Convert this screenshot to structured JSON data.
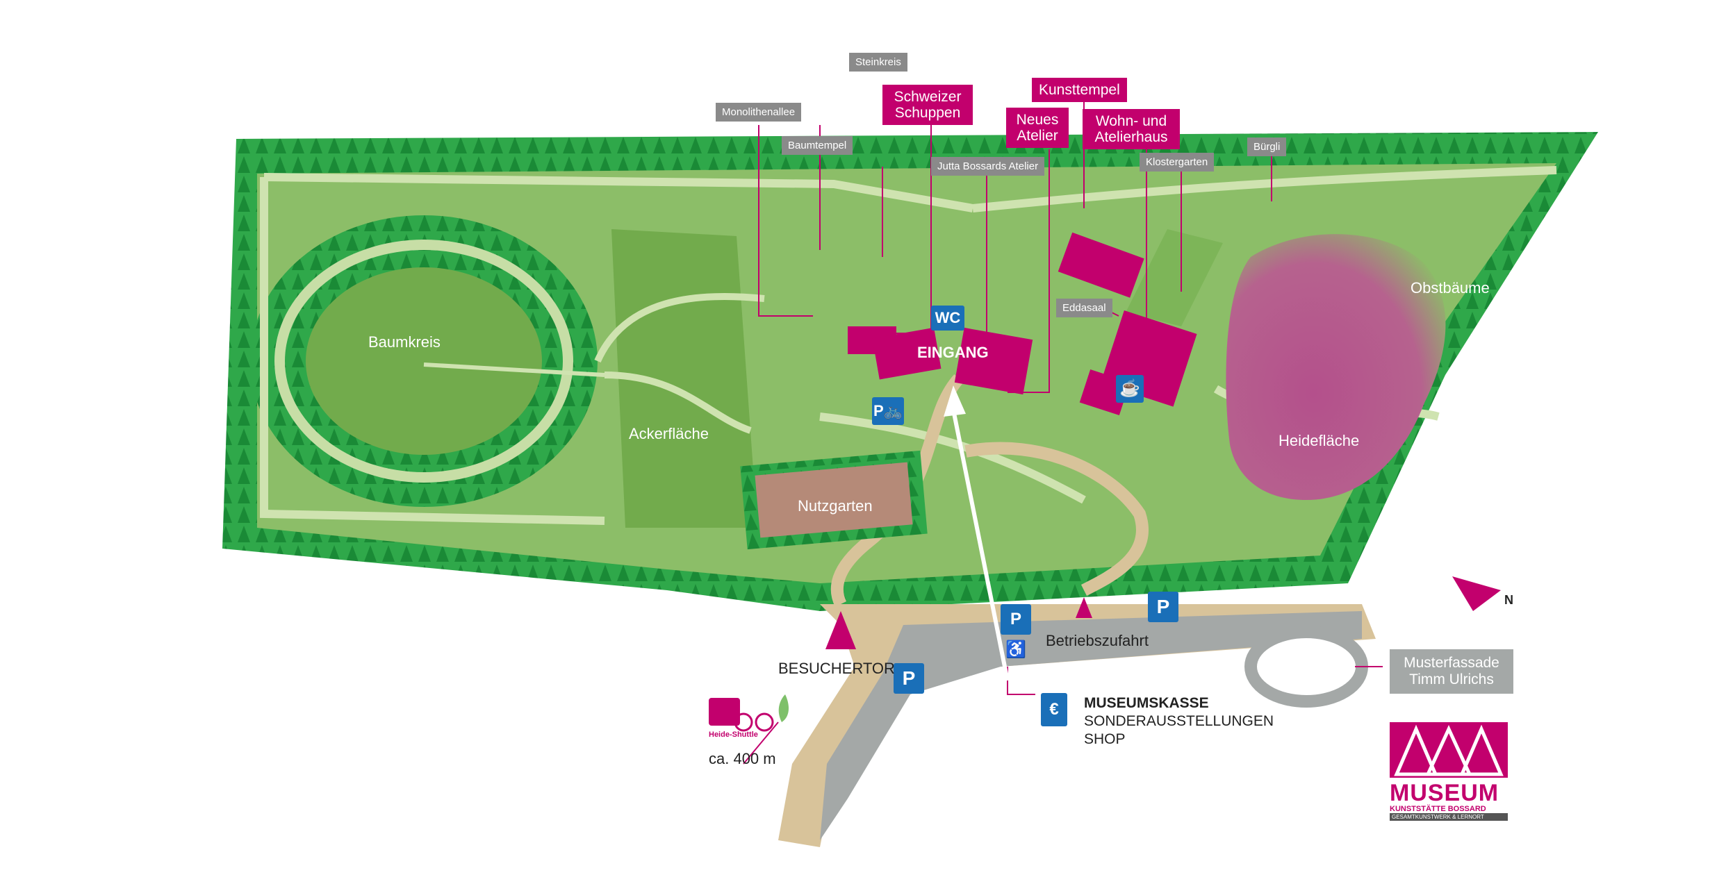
{
  "labels": {
    "steinkreis": "Steinkreis",
    "monolithenallee": "Monolithenallee",
    "baumtempel": "Baumtempel",
    "jutta_atelier": "Jutta Bossards Atelier",
    "schweizer_schuppen": "Schweizer Schuppen",
    "kunsttempel": "Kunsttempel",
    "neues_atelier": "Neues Atelier",
    "wohn_atelierhaus": "Wohn- und Atelierhaus",
    "klostergarten": "Klostergarten",
    "buergli": "Bürgli",
    "eddasaal": "Eddasaal",
    "baumkreis": "Baumkreis",
    "ackerflaeche": "Ackerfläche",
    "nutzgarten": "Nutzgarten",
    "heideflaeche": "Heidefläche",
    "obstbaeume": "Obstbäume",
    "eingang": "EINGANG",
    "wc": "WC",
    "besuchertor": "BESUCHERTOR",
    "betriebszufahrt": "Betriebszufahrt",
    "musterfassade": "Musterfassade Timm Ulrichs",
    "museumskasse": "MUSEUMSKASSE",
    "sonderausstellungen": "SONDERAUSSTELLUNGEN",
    "shop": "SHOP",
    "heide_shuttle": "Heide-Shuttle",
    "distance": "ca. 400 m",
    "north": "N",
    "parking": "P"
  },
  "logo": {
    "museum": "MUSEUM",
    "line1": "KUNSTSTÄTTE BOSSARD",
    "line2": "GESAMTKUNSTWERK & LERNORT"
  },
  "icons": {
    "parking_icon": "parking-icon",
    "bike_parking_icon": "bike-parking-icon",
    "disabled_parking_icon": "disabled-parking-icon",
    "cafe_icon": "coffee-cup-icon",
    "ticket_icon": "euro-ticket-icon",
    "north_arrow": "north-arrow-icon"
  },
  "colors": {
    "forest": "#1f9a3e",
    "meadow": "#8fc06a",
    "field": "#78b04f",
    "path": "#cfe3b0",
    "building": "#c2006d",
    "heath": "#b0508a",
    "road": "#a4a8a7",
    "sand": "#d8c39a",
    "info_blue": "#1a6fb8",
    "grey_tag": "#8a8a8a"
  }
}
